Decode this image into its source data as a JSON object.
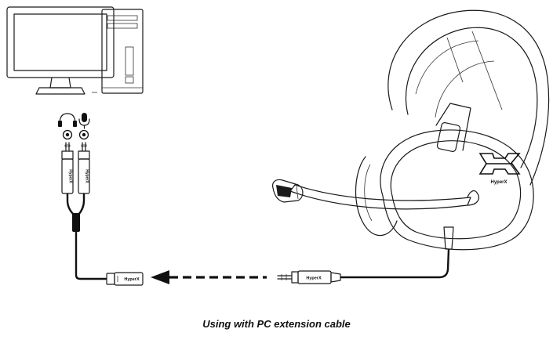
{
  "caption": "Using with PC extension cable",
  "headset_logo_text": "HyperX",
  "connector_brand_text": "HyperX",
  "icons": {
    "headphone_port": "headphone-icon",
    "microphone_port": "microphone-icon"
  },
  "colors": {
    "line": "#1a1a1a",
    "background": "#ffffff"
  }
}
